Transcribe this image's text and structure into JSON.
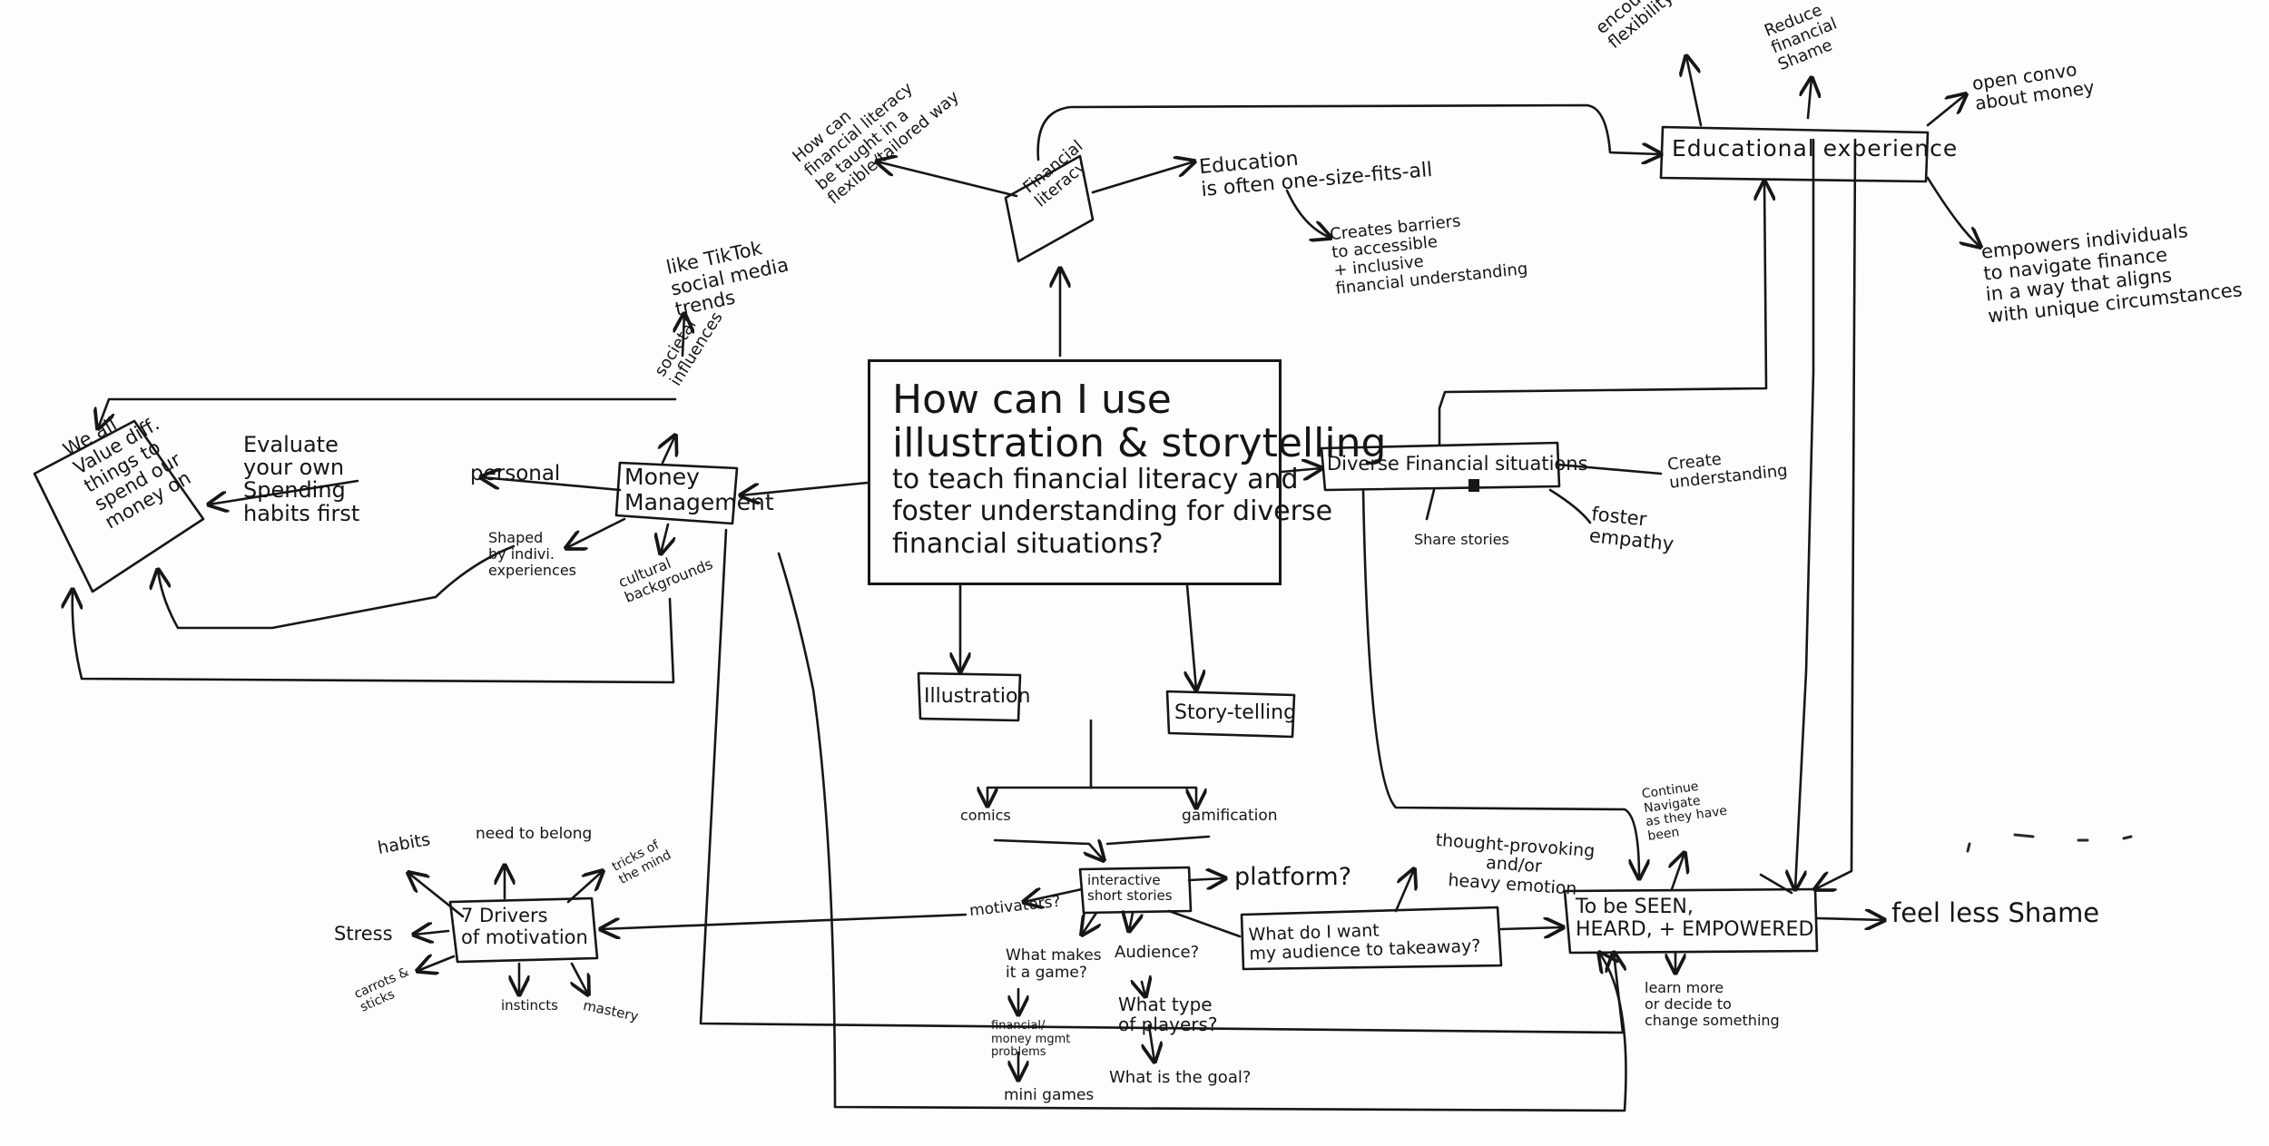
{
  "central_question": {
    "line1": "How can I use",
    "line2": "illustration & storytelling",
    "rest": "to teach financial literacy and\nfoster understanding for diverse\nfinancial situations?"
  },
  "left": {
    "money_management": "Money\nManagement",
    "societal_influences": "societal\ninfluences",
    "social_media": "like TikTok\nsocial media\ntrends",
    "personal": "personal",
    "evaluate": "Evaluate\nyour own\nSpending\nhabits first",
    "we_all_value": "We all\nValue diff.\nthings to\nspend our\nmoney on",
    "shaped_by": "Shaped\nby indivi.\nexperiences",
    "cultural": "cultural\nbackgrounds"
  },
  "top": {
    "financial_literacy": "Financial\nliteracy",
    "how_taught": "How can\nfinancial literacy\nbe taught in a\nflexible/tailored way",
    "education_one_size": "Education\nis often one-size-fits-all",
    "creates_barriers": "Creates barriers\nto accessible\n+ inclusive\nfinancial understanding"
  },
  "right": {
    "educational_experience": "Educational experience",
    "encourage_flexibility": "encourage\nflexibility",
    "reduce_shame": "Reduce\nfinancial\nShame",
    "open_convo": "open convo\nabout money",
    "empowers": "empowers individuals\nto navigate finance\nin a way that aligns\nwith unique circumstances",
    "diverse_situations": "Diverse Financial situations",
    "create_understanding": "Create\nunderstanding",
    "share_stories": "Share stories",
    "foster_empathy": "foster\nempathy"
  },
  "bottom": {
    "illustration": "Illustration",
    "storytelling": "Story-telling",
    "comics": "comics",
    "gamification": "gamification",
    "interactive": "interactive\nshort stories",
    "platform": "platform?",
    "motivators": "motivators?",
    "what_makes_game": "What makes\nit a game?",
    "money_problems": "financial/\nmoney mgmt\nproblems",
    "mini_games": "mini games",
    "audience": "Audience?",
    "what_type_players": "What type\nof players?",
    "what_is_goal": "What is the goal?",
    "takeaway": "What do I want\nmy audience to takeaway?",
    "thought_provoking": "thought-provoking\nand/or\nheavy emotion",
    "seen_heard": "To be SEEN,\nHEARD, + EMPOWERED",
    "continue_navigate": "Continue\nNavigate\nas they have\nbeen",
    "learn_more": "learn more\nor decide to\nchange something",
    "feel_less_shame": "feel less Shame",
    "seven_drivers": "7 Drivers\nof motivation",
    "habits": "habits",
    "need_to_belong": "need to belong",
    "tricks_of_mind": "tricks of\nthe mind",
    "stress": "Stress",
    "carrots_sticks": "carrots &\nsticks",
    "instincts": "instincts",
    "mastery": "mastery"
  }
}
